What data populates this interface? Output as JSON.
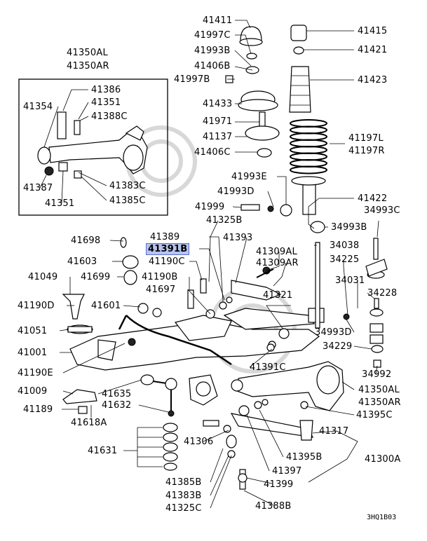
{
  "diagram_code": "3HQ1B03",
  "highlighted_part": "41391B",
  "inset_title": [
    "41350AL",
    "41350AR"
  ],
  "labels": [
    {
      "id": "41411",
      "text": "41411"
    },
    {
      "id": "41997C-a",
      "text": "41997C"
    },
    {
      "id": "41993B",
      "text": "41993B"
    },
    {
      "id": "41406B",
      "text": "41406B"
    },
    {
      "id": "41997B",
      "text": "41997B"
    },
    {
      "id": "41433",
      "text": "41433"
    },
    {
      "id": "41971",
      "text": "41971"
    },
    {
      "id": "41137",
      "text": "41137"
    },
    {
      "id": "41406C",
      "text": "41406C"
    },
    {
      "id": "41415",
      "text": "41415"
    },
    {
      "id": "41421",
      "text": "41421"
    },
    {
      "id": "41423",
      "text": "41423"
    },
    {
      "id": "41197L",
      "text": "41197L"
    },
    {
      "id": "41197R",
      "text": "41197R"
    },
    {
      "id": "41993E",
      "text": "41993E"
    },
    {
      "id": "41993D",
      "text": "41993D"
    },
    {
      "id": "41422",
      "text": "41422"
    },
    {
      "id": "41999",
      "text": "41999"
    },
    {
      "id": "34993C",
      "text": "34993C"
    },
    {
      "id": "41325B",
      "text": "41325B"
    },
    {
      "id": "34993B",
      "text": "34993B"
    },
    {
      "id": "41386",
      "text": "41386"
    },
    {
      "id": "41354",
      "text": "41354"
    },
    {
      "id": "41351-a",
      "text": "41351"
    },
    {
      "id": "41388C",
      "text": "41388C"
    },
    {
      "id": "41387",
      "text": "41387"
    },
    {
      "id": "41383C",
      "text": "41383C"
    },
    {
      "id": "41351-b",
      "text": "41351"
    },
    {
      "id": "41385C",
      "text": "41385C"
    },
    {
      "id": "41698",
      "text": "41698"
    },
    {
      "id": "41389",
      "text": "41389"
    },
    {
      "id": "41393",
      "text": "41393"
    },
    {
      "id": "41391B",
      "text": "41391B"
    },
    {
      "id": "41309AL",
      "text": "41309AL"
    },
    {
      "id": "41309AR",
      "text": "41309AR"
    },
    {
      "id": "34038",
      "text": "34038"
    },
    {
      "id": "34225",
      "text": "34225"
    },
    {
      "id": "41603",
      "text": "41603"
    },
    {
      "id": "41190C",
      "text": "41190C"
    },
    {
      "id": "41049",
      "text": "41049"
    },
    {
      "id": "41699",
      "text": "41699"
    },
    {
      "id": "41190B",
      "text": "41190B"
    },
    {
      "id": "34031",
      "text": "34031"
    },
    {
      "id": "34228",
      "text": "34228"
    },
    {
      "id": "41697",
      "text": "41697"
    },
    {
      "id": "41321",
      "text": "41321"
    },
    {
      "id": "41190D",
      "text": "41190D"
    },
    {
      "id": "41601",
      "text": "41601"
    },
    {
      "id": "34993D",
      "text": "34993D"
    },
    {
      "id": "41051",
      "text": "41051"
    },
    {
      "id": "34229",
      "text": "34229"
    },
    {
      "id": "41001",
      "text": "41001"
    },
    {
      "id": "41391C",
      "text": "41391C"
    },
    {
      "id": "34992",
      "text": "34992"
    },
    {
      "id": "41190E",
      "text": "41190E"
    },
    {
      "id": "41350AL",
      "text": "41350AL"
    },
    {
      "id": "41350AR",
      "text": "41350AR"
    },
    {
      "id": "41009",
      "text": "41009"
    },
    {
      "id": "41635",
      "text": "41635"
    },
    {
      "id": "41189",
      "text": "41189"
    },
    {
      "id": "41632",
      "text": "41632"
    },
    {
      "id": "41395C",
      "text": "41395C"
    },
    {
      "id": "41618A",
      "text": "41618A"
    },
    {
      "id": "41317",
      "text": "41317"
    },
    {
      "id": "41631",
      "text": "41631"
    },
    {
      "id": "41306",
      "text": "41306"
    },
    {
      "id": "41395B",
      "text": "41395B"
    },
    {
      "id": "41300A",
      "text": "41300A"
    },
    {
      "id": "41397",
      "text": "41397"
    },
    {
      "id": "41385B",
      "text": "41385B"
    },
    {
      "id": "41399",
      "text": "41399"
    },
    {
      "id": "41383B",
      "text": "41383B"
    },
    {
      "id": "41325C",
      "text": "41325C"
    },
    {
      "id": "41388B",
      "text": "41388B"
    }
  ]
}
